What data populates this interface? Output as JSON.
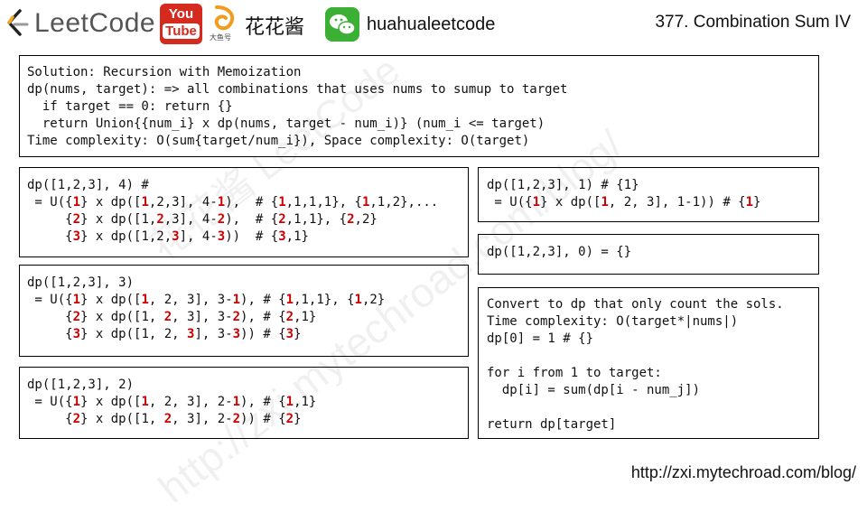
{
  "header": {
    "brand": "LeetCode",
    "youtube_top": "You",
    "youtube_bottom": "Tube",
    "fish_label": "大鱼号",
    "chinese_name": "花花酱",
    "wechat_handle": "huahualeetcode",
    "problem_title": "377. Combination Sum IV",
    "colors": {
      "youtube": "#d52b1e",
      "wechat": "#3cb035",
      "highlight": "#cc0000"
    }
  },
  "footer": {
    "url": "http://zxi.mytechroad.com/blog/"
  },
  "watermark": {
    "line1": "花花酱 LeetCode",
    "line2": "http://zxi.mytechroad.com/blog/"
  },
  "solution_box": {
    "lines": [
      [
        {
          "t": "Solution: Recursion with Memoization"
        }
      ],
      [
        {
          "t": "dp(nums, target): => all combinations that uses nums to sumup to target"
        }
      ],
      [
        {
          "t": "  if target == 0: return {}"
        }
      ],
      [
        {
          "t": "  return Union{{num_i} x dp(nums, target - num_i)} (num_i <= target)"
        }
      ],
      [
        {
          "t": "Time complexity: O(sum{target/num_i}), Space complexity: O(target)"
        }
      ]
    ]
  },
  "box_dp4": {
    "lines": [
      [
        {
          "t": "dp([1,2,3], 4) #"
        }
      ],
      [
        {
          "t": " = U({"
        },
        {
          "t": "1",
          "r": true
        },
        {
          "t": "} x dp(["
        },
        {
          "t": "1",
          "r": true
        },
        {
          "t": ",2,3], 4-"
        },
        {
          "t": "1",
          "r": true
        },
        {
          "t": "),  # {"
        },
        {
          "t": "1",
          "r": true
        },
        {
          "t": ",1,1,1}, {"
        },
        {
          "t": "1",
          "r": true
        },
        {
          "t": ",1,2},..."
        }
      ],
      [
        {
          "t": "     {"
        },
        {
          "t": "2",
          "r": true
        },
        {
          "t": "} x dp([1,"
        },
        {
          "t": "2",
          "r": true
        },
        {
          "t": ",3], 4-"
        },
        {
          "t": "2",
          "r": true
        },
        {
          "t": "),  # {"
        },
        {
          "t": "2",
          "r": true
        },
        {
          "t": ",1,1}, {"
        },
        {
          "t": "2",
          "r": true
        },
        {
          "t": ",2}"
        }
      ],
      [
        {
          "t": "     {"
        },
        {
          "t": "3",
          "r": true
        },
        {
          "t": "} x dp([1,2,"
        },
        {
          "t": "3",
          "r": true
        },
        {
          "t": "], 4-"
        },
        {
          "t": "3",
          "r": true
        },
        {
          "t": "))  # {"
        },
        {
          "t": "3",
          "r": true
        },
        {
          "t": ",1}"
        }
      ]
    ]
  },
  "box_dp3": {
    "lines": [
      [
        {
          "t": "dp([1,2,3], 3)"
        }
      ],
      [
        {
          "t": " = U({"
        },
        {
          "t": "1",
          "r": true
        },
        {
          "t": "} x dp(["
        },
        {
          "t": "1",
          "r": true
        },
        {
          "t": ", 2, 3], 3-"
        },
        {
          "t": "1",
          "r": true
        },
        {
          "t": "), # {"
        },
        {
          "t": "1",
          "r": true
        },
        {
          "t": ",1,1}, {"
        },
        {
          "t": "1",
          "r": true
        },
        {
          "t": ",2}"
        }
      ],
      [
        {
          "t": "     {"
        },
        {
          "t": "2",
          "r": true
        },
        {
          "t": "} x dp([1, "
        },
        {
          "t": "2",
          "r": true
        },
        {
          "t": ", 3], 3-"
        },
        {
          "t": "2",
          "r": true
        },
        {
          "t": "), # {"
        },
        {
          "t": "2",
          "r": true
        },
        {
          "t": ",1}"
        }
      ],
      [
        {
          "t": "     {"
        },
        {
          "t": "3",
          "r": true
        },
        {
          "t": "} x dp([1, 2, "
        },
        {
          "t": "3",
          "r": true
        },
        {
          "t": "], 3-"
        },
        {
          "t": "3",
          "r": true
        },
        {
          "t": ")) # {"
        },
        {
          "t": "3",
          "r": true
        },
        {
          "t": "}"
        }
      ]
    ]
  },
  "box_dp2": {
    "lines": [
      [
        {
          "t": "dp([1,2,3], 2)"
        }
      ],
      [
        {
          "t": " = U({"
        },
        {
          "t": "1",
          "r": true
        },
        {
          "t": "} x dp(["
        },
        {
          "t": "1",
          "r": true
        },
        {
          "t": ", 2, 3], 2-"
        },
        {
          "t": "1",
          "r": true
        },
        {
          "t": "), # {"
        },
        {
          "t": "1",
          "r": true
        },
        {
          "t": ",1}"
        }
      ],
      [
        {
          "t": "     {"
        },
        {
          "t": "2",
          "r": true
        },
        {
          "t": "} x dp([1, "
        },
        {
          "t": "2",
          "r": true
        },
        {
          "t": ", 3], 2-"
        },
        {
          "t": "2",
          "r": true
        },
        {
          "t": ")) # {"
        },
        {
          "t": "2",
          "r": true
        },
        {
          "t": "}"
        }
      ]
    ]
  },
  "box_dp1": {
    "lines": [
      [
        {
          "t": "dp([1,2,3], 1) # {1}"
        }
      ],
      [
        {
          "t": " = U({"
        },
        {
          "t": "1",
          "r": true
        },
        {
          "t": "} x dp(["
        },
        {
          "t": "1",
          "r": true
        },
        {
          "t": ", 2, 3], 1-1)) # {"
        },
        {
          "t": "1",
          "r": true
        },
        {
          "t": "}"
        }
      ]
    ]
  },
  "box_dp0": {
    "lines": [
      [
        {
          "t": "dp([1,2,3], 0) = {}"
        }
      ]
    ]
  },
  "box_dp_count": {
    "lines": [
      [
        {
          "t": "Convert to dp that only count the sols."
        }
      ],
      [
        {
          "t": "Time complexity: O(target*|nums|)"
        }
      ],
      [
        {
          "t": "dp[0] = 1 # {}"
        }
      ],
      [
        {
          "t": ""
        }
      ],
      [
        {
          "t": "for i from 1 to target:"
        }
      ],
      [
        {
          "t": "  dp[i] = sum(dp[i - num_j])"
        }
      ],
      [
        {
          "t": ""
        }
      ],
      [
        {
          "t": "return dp[target]"
        }
      ]
    ]
  }
}
